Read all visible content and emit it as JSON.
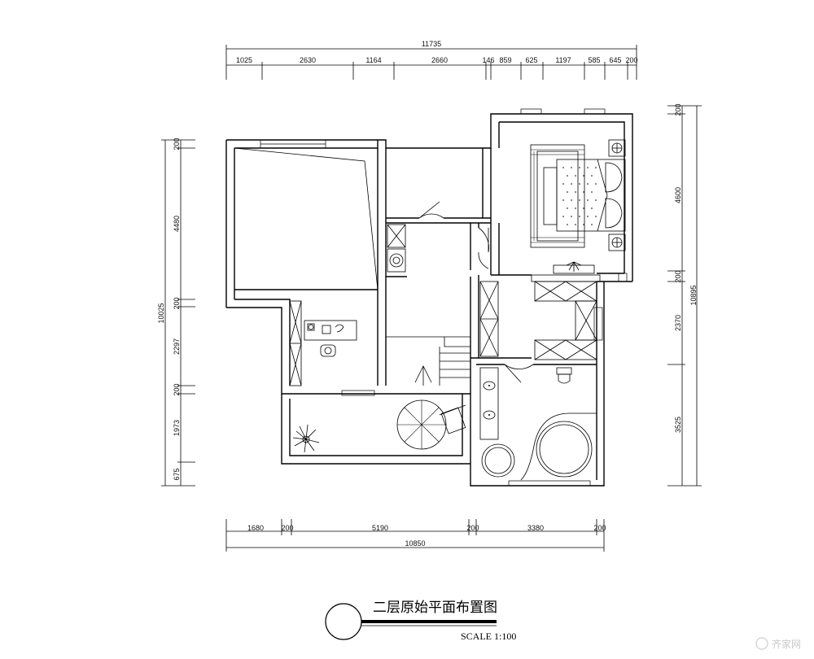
{
  "drawing": {
    "title": "二层原始平面布置图",
    "scale_label": "SCALE 1:100",
    "watermark": "齐家网"
  },
  "dimensions": {
    "top_total": "11735",
    "top": [
      "1025",
      "2630",
      "1164",
      "2660",
      "146",
      "859",
      "625",
      "1197",
      "585",
      "645",
      "200"
    ],
    "bottom_total": "10850",
    "bottom": [
      "1680",
      "200",
      "5190",
      "200",
      "3380",
      "200"
    ],
    "left_total": "10025",
    "left": [
      "200",
      "4480",
      "200",
      "2297",
      "200",
      "1973",
      "675"
    ],
    "right_total": "10895",
    "right": [
      "200",
      "4600",
      "200",
      "2370",
      "3525"
    ]
  }
}
